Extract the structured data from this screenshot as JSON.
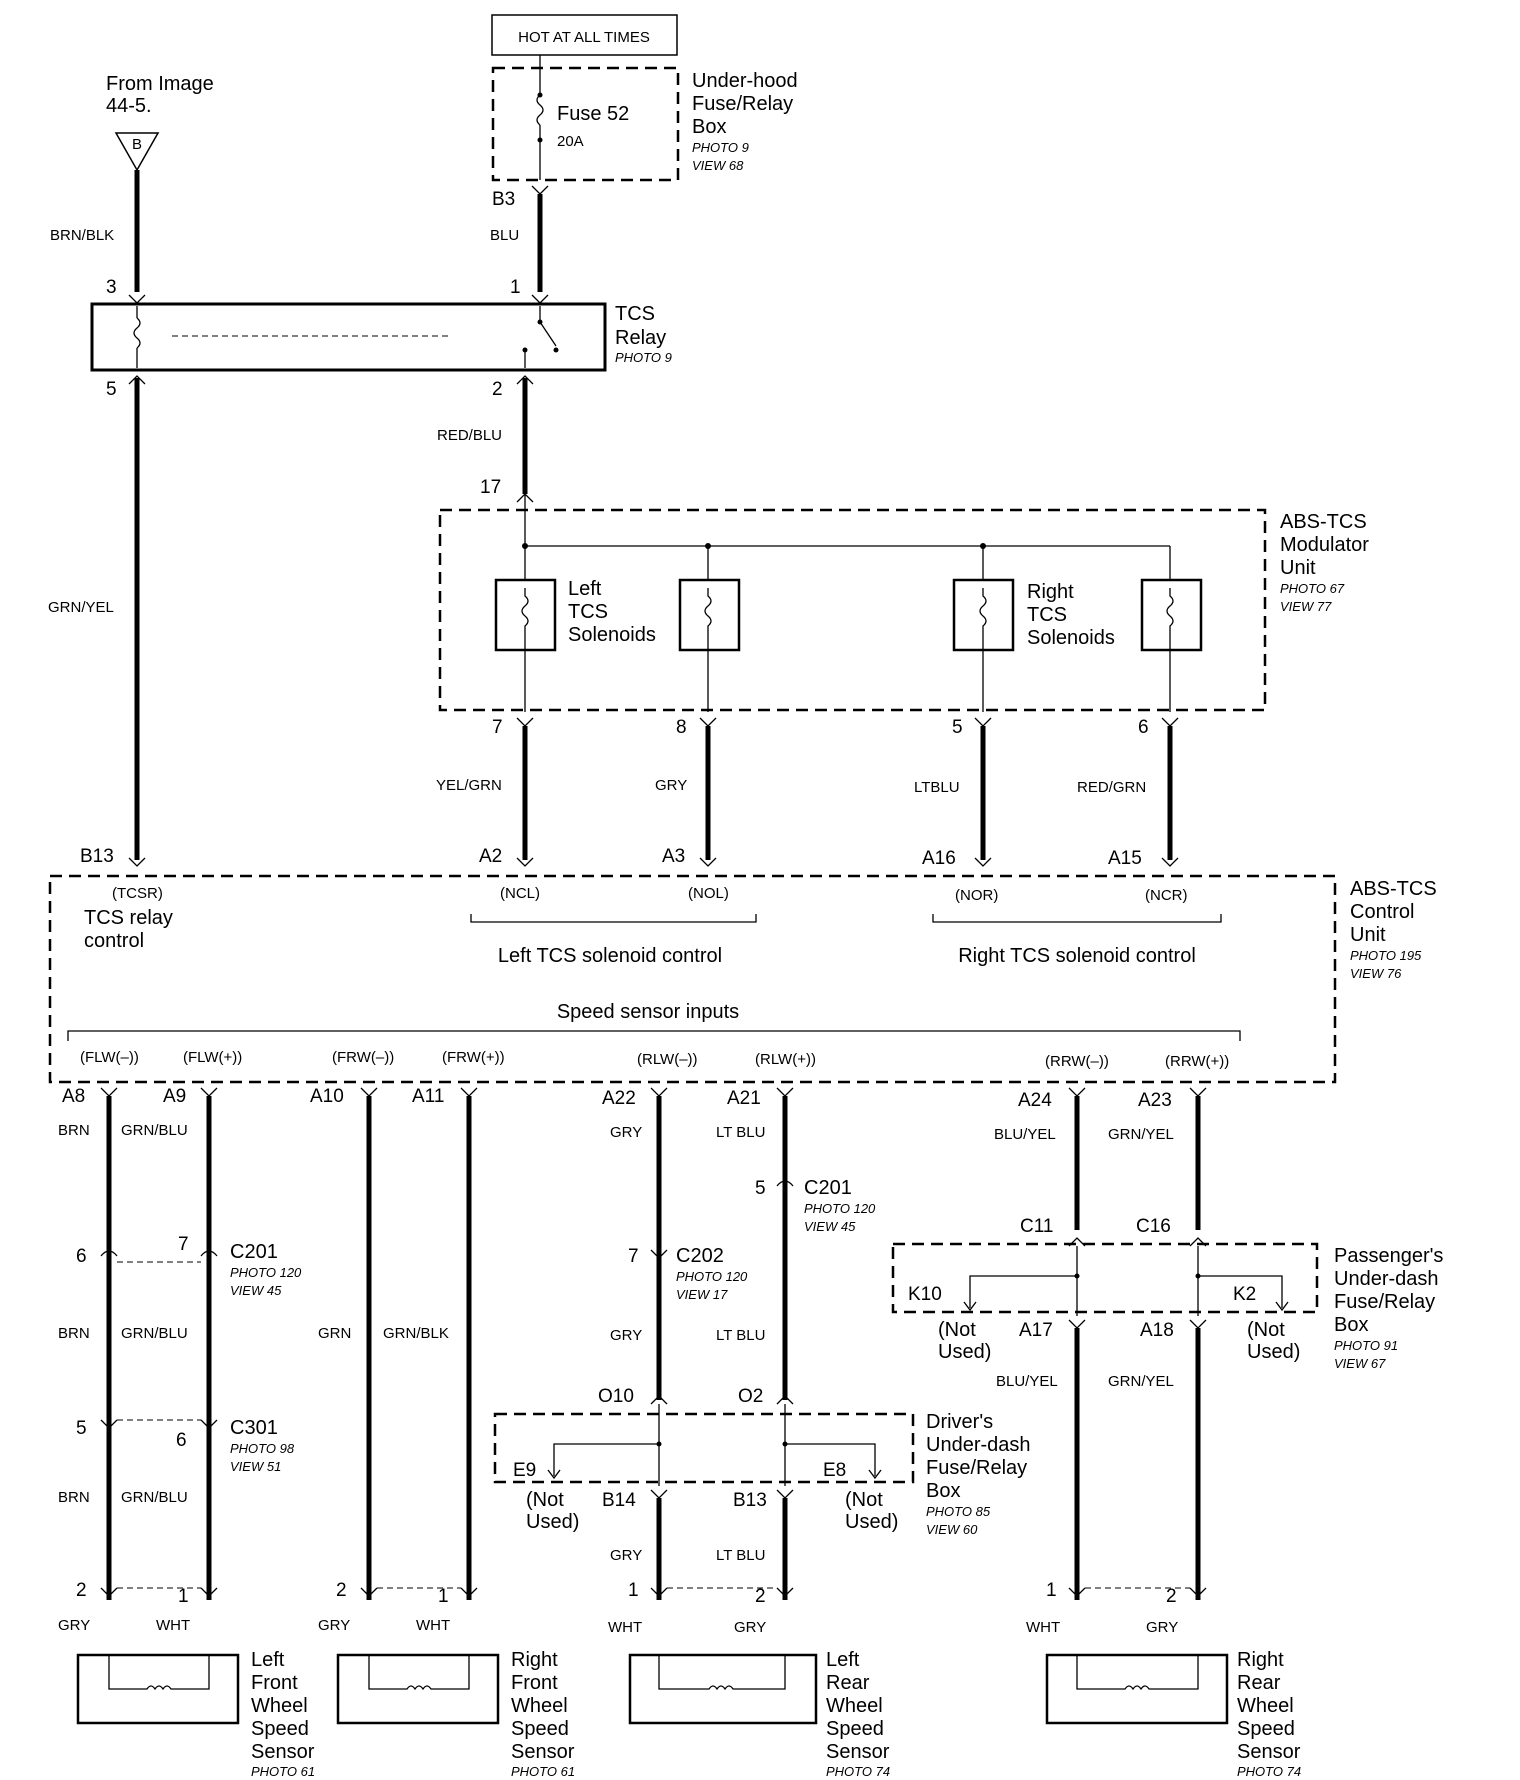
{
  "hot_at_all_times": "HOT AT ALL TIMES",
  "from_image": {
    "line1": "From Image",
    "line2": "44-5.",
    "connector_letter": "B"
  },
  "underhood_box": {
    "title": [
      "Under-hood",
      "Fuse/Relay",
      "Box"
    ],
    "photo": "PHOTO 9",
    "view": "VIEW 68",
    "fuse_name": "Fuse 52",
    "fuse_rating": "20A",
    "terminal": "B3"
  },
  "tcs_relay": {
    "title": [
      "TCS",
      "Relay"
    ],
    "photo": "PHOTO 9",
    "pin_3": "3",
    "pin_1": "1",
    "pin_5": "5",
    "pin_2": "2"
  },
  "modulator": {
    "title": [
      "ABS-TCS",
      "Modulator",
      "Unit"
    ],
    "photo": "PHOTO 67",
    "view": "VIEW 77",
    "pin_in": "17",
    "left_label": [
      "Left",
      "TCS",
      "Solenoids"
    ],
    "right_label": [
      "Right",
      "TCS",
      "Solenoids"
    ],
    "pins": [
      "7",
      "8",
      "5",
      "6"
    ]
  },
  "control_unit": {
    "title": [
      "ABS-TCS",
      "Control",
      "Unit"
    ],
    "photo": "PHOTO 195",
    "view": "VIEW 76",
    "pins_top": [
      "B13",
      "A2",
      "A3",
      "A16",
      "A15"
    ],
    "signals_top": [
      "(TCSR)",
      "(NCL)",
      "(NOL)",
      "(NOR)",
      "(NCR)"
    ],
    "tcs_relay_control": [
      "TCS relay",
      "control"
    ],
    "left_group": "Left TCS solenoid control",
    "right_group": "Right TCS solenoid control",
    "speed_group": "Speed sensor inputs",
    "signals_bottom": [
      "(FLW(–))",
      "(FLW(+))",
      "(FRW(–))",
      "(FRW(+))",
      "(RLW(–))",
      "(RLW(+))",
      "(RRW(–))",
      "(RRW(+))"
    ],
    "pins_bottom": [
      "A8",
      "A9",
      "A10",
      "A11",
      "A22",
      "A21",
      "A24",
      "A23"
    ]
  },
  "wires": {
    "brn_blk": "BRN/BLK",
    "blu": "BLU",
    "grn_yel": "GRN/YEL",
    "red_blu": "RED/BLU",
    "yel_grn": "YEL/GRN",
    "gry": "GRY",
    "ltblu": "LTBLU",
    "red_grn": "RED/GRN",
    "brn": "BRN",
    "grn_blu": "GRN/BLU",
    "grn": "GRN",
    "grn_blk": "GRN/BLK",
    "lt_blu": "LT BLU",
    "blu_yel": "BLU/YEL",
    "wht": "WHT"
  },
  "c201_front": {
    "name": "C201",
    "photo": "PHOTO 120",
    "view": "VIEW 45",
    "pin_a": "6",
    "pin_b": "7"
  },
  "c301": {
    "name": "C301",
    "photo": "PHOTO 98",
    "view": "VIEW 51",
    "pin_a": "5",
    "pin_b": "6"
  },
  "c201_rear": {
    "name": "C201",
    "photo": "PHOTO 120",
    "view": "VIEW 45",
    "pin": "5"
  },
  "c202": {
    "name": "C202",
    "photo": "PHOTO 120",
    "view": "VIEW 17",
    "pin": "7"
  },
  "drivers_box": {
    "title": [
      "Driver's",
      "Under-dash",
      "Fuse/Relay",
      "Box"
    ],
    "photo": "PHOTO 85",
    "view": "VIEW 60",
    "pins": [
      "O10",
      "O2",
      "E9",
      "E8",
      "B14",
      "B13"
    ],
    "not_used": [
      "(Not",
      "Used)"
    ]
  },
  "passengers_box": {
    "title": [
      "Passenger's",
      "Under-dash",
      "Fuse/Relay",
      "Box"
    ],
    "photo": "PHOTO 91",
    "view": "VIEW 67",
    "pins": [
      "C11",
      "C16",
      "K10",
      "K2",
      "A17",
      "A18"
    ],
    "not_used": [
      "(Not",
      "Used)"
    ]
  },
  "sensors": [
    {
      "name": [
        "Left",
        "Front",
        "Wheel",
        "Speed",
        "Sensor"
      ],
      "photo": "PHOTO 61",
      "pin_left": "2",
      "pin_right": "1",
      "wire_left": "GRY",
      "wire_right": "WHT"
    },
    {
      "name": [
        "Right",
        "Front",
        "Wheel",
        "Speed",
        "Sensor"
      ],
      "photo": "PHOTO 61",
      "pin_left": "2",
      "pin_right": "1",
      "wire_left": "GRY",
      "wire_right": "WHT"
    },
    {
      "name": [
        "Left",
        "Rear",
        "Wheel",
        "Speed",
        "Sensor"
      ],
      "photo": "PHOTO 74",
      "pin_left": "1",
      "pin_right": "2",
      "wire_left": "WHT",
      "wire_right": "GRY"
    },
    {
      "name": [
        "Right",
        "Rear",
        "Wheel",
        "Speed",
        "Sensor"
      ],
      "photo": "PHOTO 74",
      "pin_left": "1",
      "pin_right": "2",
      "wire_left": "WHT",
      "wire_right": "GRY"
    }
  ]
}
